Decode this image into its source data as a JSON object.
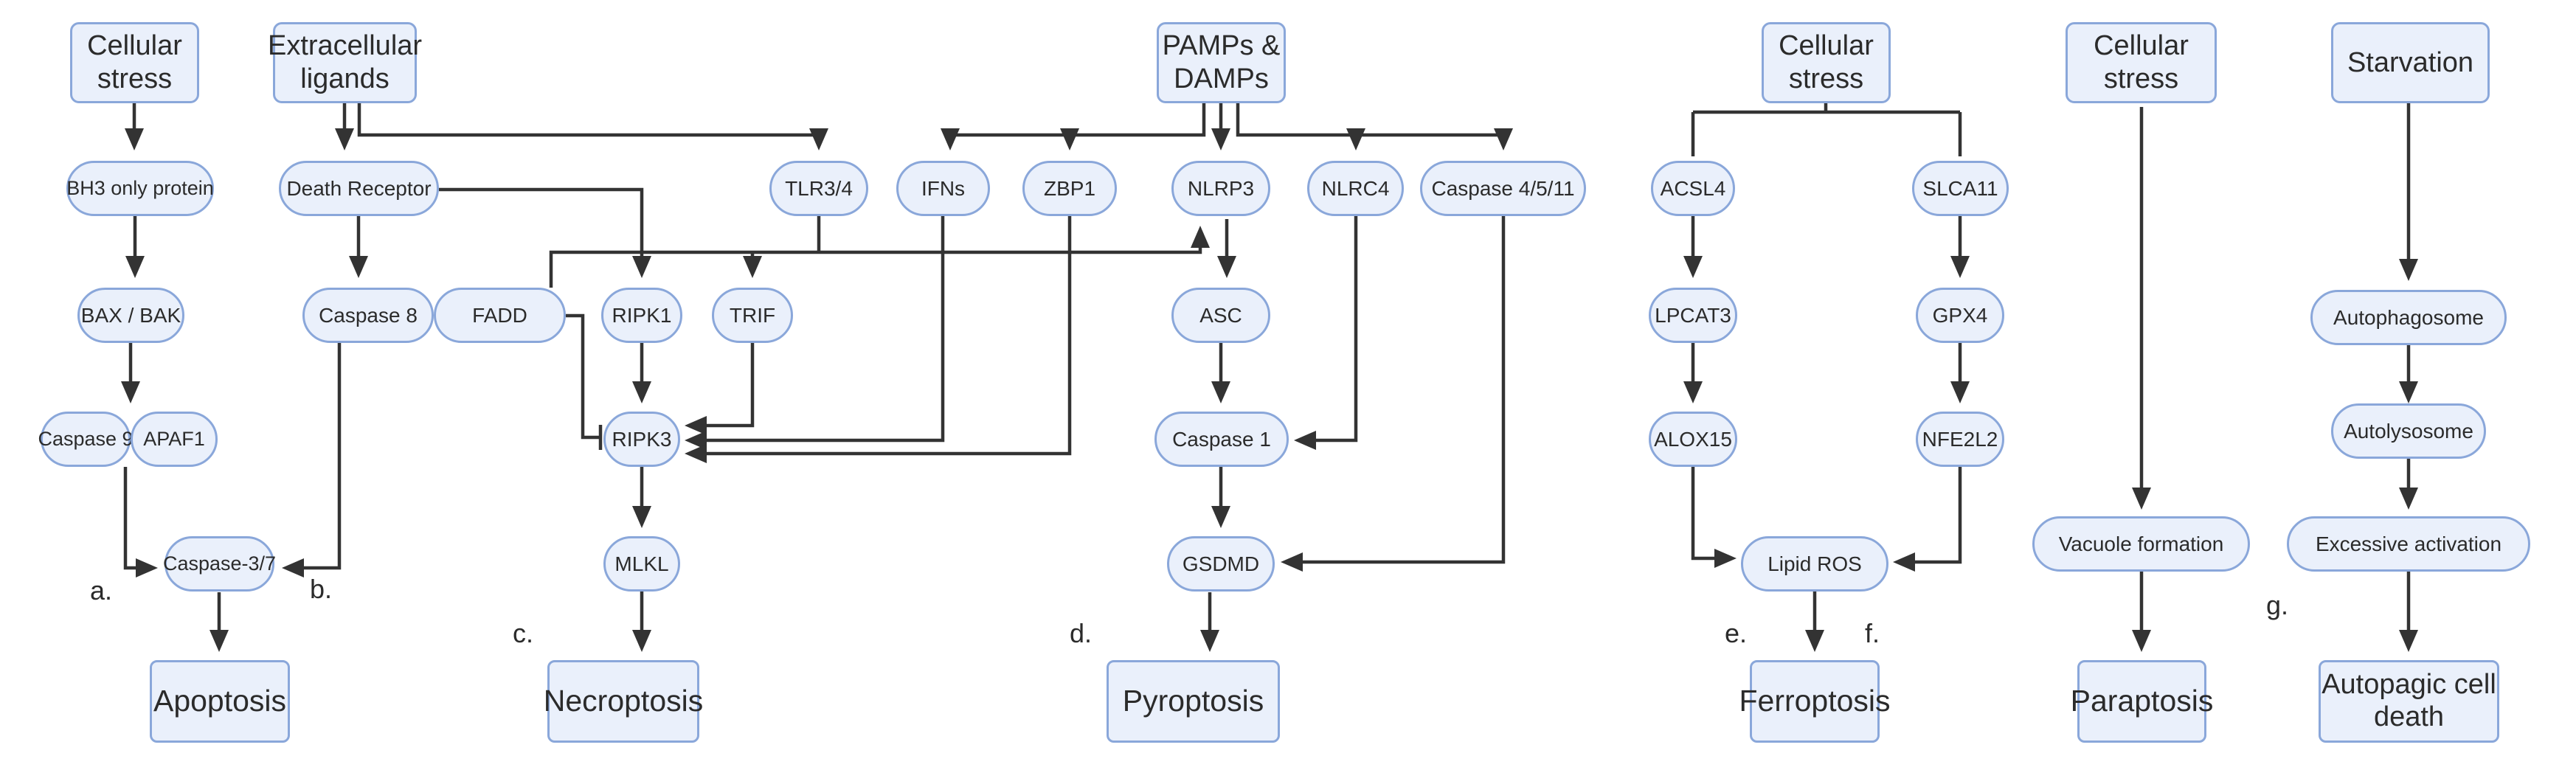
{
  "figure": {
    "description": "Cell death pathway diagram with seven lettered branches (a-g) leading to six death outcomes",
    "colors": {
      "node_fill": "#EAF0FB",
      "node_border": "#8AA7DA",
      "arrow": "#333333",
      "text": "#2B2B2B",
      "background": "#FFFFFF"
    }
  },
  "nodes": {
    "cellular_stress_a": {
      "label": "Cellular stress"
    },
    "extracellular_ligands": {
      "label": "Extracellular ligands"
    },
    "pamps_damps": {
      "label": "PAMPs & DAMPs"
    },
    "cellular_stress_e": {
      "label": "Cellular stress"
    },
    "cellular_stress_f": {
      "label": "Cellular stress"
    },
    "starvation": {
      "label": "Starvation"
    },
    "bh3": {
      "label": "BH3 only protein"
    },
    "death_receptor": {
      "label": "Death Receptor"
    },
    "tlr34": {
      "label": "TLR3/4"
    },
    "ifns": {
      "label": "IFNs"
    },
    "zbp1": {
      "label": "ZBP1"
    },
    "nlrp3": {
      "label": "NLRP3"
    },
    "nlrc4": {
      "label": "NLRC4"
    },
    "caspase4511": {
      "label": "Caspase 4/5/11"
    },
    "acsl4": {
      "label": "ACSL4"
    },
    "slca11": {
      "label": "SLCA11"
    },
    "bax_bak": {
      "label": "BAX / BAK"
    },
    "caspase8": {
      "label": "Caspase 8"
    },
    "fadd": {
      "label": "FADD"
    },
    "ripk1": {
      "label": "RIPK1"
    },
    "trif": {
      "label": "TRIF"
    },
    "asc": {
      "label": "ASC"
    },
    "lpcat3": {
      "label": "LPCAT3"
    },
    "gpx4": {
      "label": "GPX4"
    },
    "autophagosome": {
      "label": "Autophagosome"
    },
    "caspase9": {
      "label": "Caspase 9"
    },
    "apaf1": {
      "label": "APAF1"
    },
    "ripk3": {
      "label": "RIPK3"
    },
    "caspase1": {
      "label": "Caspase 1"
    },
    "alox15": {
      "label": "ALOX15"
    },
    "nfe2l2": {
      "label": "NFE2L2"
    },
    "autolysosome": {
      "label": "Autolysosome"
    },
    "caspase37": {
      "label": "Caspase-3/7"
    },
    "mlkl": {
      "label": "MLKL"
    },
    "gsdmd": {
      "label": "GSDMD"
    },
    "lipid_ros": {
      "label": "Lipid ROS"
    },
    "vacuole": {
      "label": "Vacuole formation"
    },
    "excessive": {
      "label": "Excessive activation"
    },
    "apoptosis": {
      "label": "Apoptosis"
    },
    "necroptosis": {
      "label": "Necroptosis"
    },
    "pyroptosis": {
      "label": "Pyroptosis"
    },
    "ferroptosis": {
      "label": "Ferroptosis"
    },
    "paraptosis": {
      "label": "Paraptosis"
    },
    "autopagic": {
      "label": "Autopagic cell death"
    }
  },
  "letters": {
    "a": "a.",
    "b": "b.",
    "c": "c.",
    "d": "d.",
    "e": "e.",
    "f": "f.",
    "g": "g."
  },
  "edges": [
    {
      "from": "cellular_stress_a",
      "to": "bh3",
      "type": "activate"
    },
    {
      "from": "bh3",
      "to": "bax_bak",
      "type": "activate"
    },
    {
      "from": "bax_bak",
      "to": "caspase9_apaf1",
      "type": "activate"
    },
    {
      "from": "caspase9_apaf1",
      "to": "caspase37",
      "type": "activate",
      "branch": "a"
    },
    {
      "from": "extracellular_ligands",
      "to": "death_receptor",
      "type": "activate"
    },
    {
      "from": "extracellular_ligands",
      "to": "tlr34",
      "type": "activate"
    },
    {
      "from": "death_receptor",
      "to": "caspase8_fadd",
      "type": "activate"
    },
    {
      "from": "death_receptor",
      "to": "ripk1",
      "type": "activate"
    },
    {
      "from": "caspase8_fadd",
      "to": "caspase37",
      "type": "activate",
      "branch": "b"
    },
    {
      "from": "caspase8_fadd",
      "to": "nlrp3",
      "type": "activate"
    },
    {
      "from": "fadd",
      "to": "ripk3",
      "type": "inhibit"
    },
    {
      "from": "tlr34",
      "to": "trif",
      "type": "activate"
    },
    {
      "from": "ripk1",
      "to": "ripk3",
      "type": "activate"
    },
    {
      "from": "trif",
      "to": "ripk3",
      "type": "activate"
    },
    {
      "from": "ifns",
      "to": "ripk3",
      "type": "activate"
    },
    {
      "from": "zbp1",
      "to": "ripk3",
      "type": "activate"
    },
    {
      "from": "ripk3",
      "to": "mlkl",
      "type": "activate"
    },
    {
      "from": "mlkl",
      "to": "necroptosis",
      "type": "activate",
      "branch": "c"
    },
    {
      "from": "pamps_damps",
      "to": "ifns",
      "type": "activate"
    },
    {
      "from": "pamps_damps",
      "to": "zbp1",
      "type": "activate"
    },
    {
      "from": "pamps_damps",
      "to": "nlrp3",
      "type": "activate"
    },
    {
      "from": "pamps_damps",
      "to": "nlrc4",
      "type": "activate"
    },
    {
      "from": "pamps_damps",
      "to": "caspase4511",
      "type": "activate"
    },
    {
      "from": "nlrp3",
      "to": "asc",
      "type": "activate"
    },
    {
      "from": "asc",
      "to": "caspase1",
      "type": "activate"
    },
    {
      "from": "nlrc4",
      "to": "caspase1",
      "type": "activate"
    },
    {
      "from": "caspase1",
      "to": "gsdmd",
      "type": "activate"
    },
    {
      "from": "caspase4511",
      "to": "gsdmd",
      "type": "activate"
    },
    {
      "from": "gsdmd",
      "to": "pyroptosis",
      "type": "activate",
      "branch": "d"
    },
    {
      "from": "cellular_stress_e",
      "to": "acsl4",
      "type": "activate"
    },
    {
      "from": "cellular_stress_e",
      "to": "slca11",
      "type": "activate"
    },
    {
      "from": "acsl4",
      "to": "lpcat3",
      "type": "activate"
    },
    {
      "from": "lpcat3",
      "to": "alox15",
      "type": "activate"
    },
    {
      "from": "alox15",
      "to": "lipid_ros",
      "type": "activate"
    },
    {
      "from": "slca11",
      "to": "gpx4",
      "type": "activate"
    },
    {
      "from": "gpx4",
      "to": "nfe2l2",
      "type": "activate"
    },
    {
      "from": "nfe2l2",
      "to": "lipid_ros",
      "type": "activate"
    },
    {
      "from": "lipid_ros",
      "to": "ferroptosis",
      "type": "activate",
      "branch": "e"
    },
    {
      "from": "cellular_stress_f",
      "to": "vacuole",
      "type": "activate"
    },
    {
      "from": "vacuole",
      "to": "paraptosis",
      "type": "activate",
      "branch": "f"
    },
    {
      "from": "starvation",
      "to": "autophagosome",
      "type": "activate"
    },
    {
      "from": "autophagosome",
      "to": "autolysosome",
      "type": "activate"
    },
    {
      "from": "autolysosome",
      "to": "excessive",
      "type": "activate"
    },
    {
      "from": "excessive",
      "to": "autopagic",
      "type": "activate",
      "branch": "g"
    }
  ]
}
